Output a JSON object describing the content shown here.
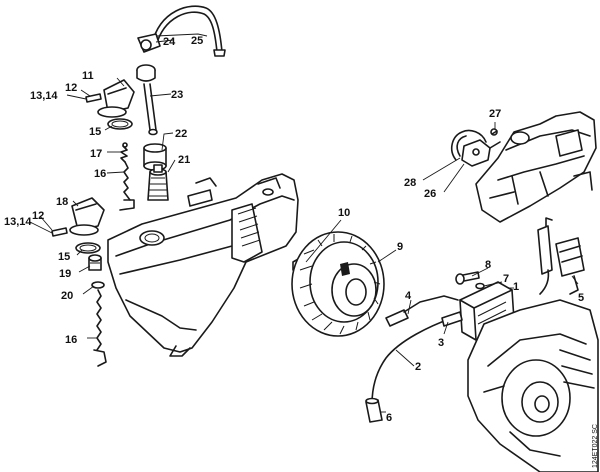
{
  "callouts": {
    "c1": "1",
    "c2": "2",
    "c3": "3",
    "c4": "4",
    "c5": "5",
    "c6": "6",
    "c7": "7",
    "c8": "8",
    "c9": "9",
    "c10": "10",
    "c11": "11",
    "c12a": "12",
    "c12b": "12",
    "c1314a": "13,14",
    "c1314b": "13,14",
    "c15a": "15",
    "c15b": "15",
    "c16a": "16",
    "c16b": "16",
    "c17": "17",
    "c18": "18",
    "c19": "19",
    "c20": "20",
    "c21": "21",
    "c22": "22",
    "c23": "23",
    "c24": "24",
    "c25": "25",
    "c26": "26",
    "c27": "27",
    "c28": "28"
  },
  "drawing_ref": "124ET022 SC"
}
